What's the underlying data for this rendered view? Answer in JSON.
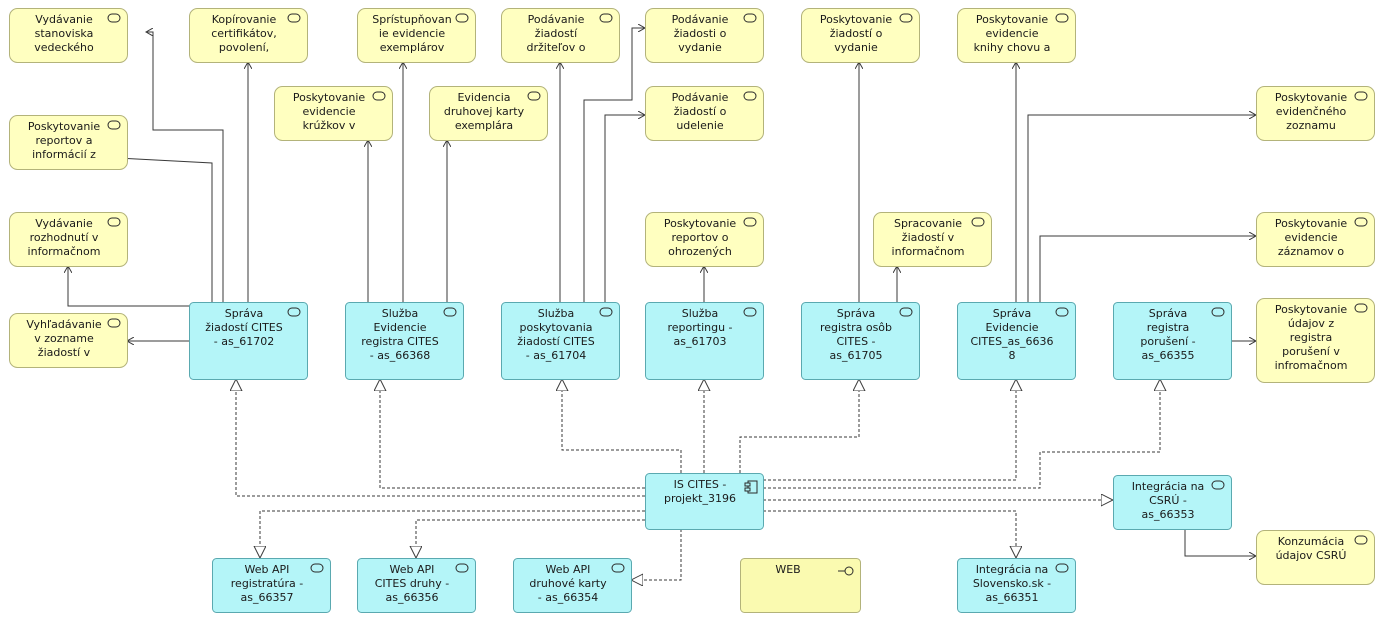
{
  "colors": {
    "service": "#ffffc0",
    "service_border": "#b3b37a",
    "component": "#b4f5f8",
    "component_border": "#5aa9b0",
    "interface": "#fafab0",
    "line": "#3a3a3a"
  },
  "nodes": {
    "n_vyd_stanoviska": {
      "label": [
        "Vydávanie",
        "stanoviska",
        "vedeckého"
      ],
      "kind": "service"
    },
    "n_kopirovanie": {
      "label": [
        "Kopírovanie",
        "certifikátov,",
        "povolení,"
      ],
      "kind": "service"
    },
    "n_spristupnovanie": {
      "label": [
        "Sprístupňovan",
        "ie evidencie",
        "exemplárov"
      ],
      "kind": "service"
    },
    "n_pod_drzitelov": {
      "label": [
        "Podávanie",
        "žiadostí",
        "držiteľov o"
      ],
      "kind": "service"
    },
    "n_pod_vydanie": {
      "label": [
        "Podávanie",
        "žiadosti o",
        "vydanie"
      ],
      "kind": "service"
    },
    "n_posk_vydanie": {
      "label": [
        "Poskytovanie",
        "žiadostí o",
        "vydanie"
      ],
      "kind": "service"
    },
    "n_posk_knihy": {
      "label": [
        "Poskytovanie",
        "evidencie",
        "knihy chovu a"
      ],
      "kind": "service"
    },
    "n_posk_krouzkov": {
      "label": [
        "Poskytovanie",
        "evidencie",
        "krúžkov  v"
      ],
      "kind": "service"
    },
    "n_ev_druhovej": {
      "label": [
        "Evidencia",
        "druhovej karty",
        "exemplára"
      ],
      "kind": "service"
    },
    "n_pod_udelenie": {
      "label": [
        "Podávanie",
        "žiadostí o",
        "udelenie"
      ],
      "kind": "service"
    },
    "n_posk_reportov_inf": {
      "label": [
        "Poskytovanie",
        "reportov a",
        "informácií  z"
      ],
      "kind": "service"
    },
    "n_posk_evid_zoznamu": {
      "label": [
        "Poskytovanie",
        "evidenčného",
        "zoznamu"
      ],
      "kind": "service"
    },
    "n_vyd_rozhodnuti": {
      "label": [
        "Vydávanie",
        "rozhodnutí v",
        "informačnom"
      ],
      "kind": "service"
    },
    "n_posk_reportov_ohr": {
      "label": [
        "Poskytovanie",
        "reportov o",
        "ohrozených"
      ],
      "kind": "service"
    },
    "n_spracovanie": {
      "label": [
        "Spracovanie",
        "žiadostí v",
        "informačnom"
      ],
      "kind": "service"
    },
    "n_posk_zaznamov": {
      "label": [
        "Poskytovanie",
        "evidencie",
        "záznamov o"
      ],
      "kind": "service"
    },
    "n_vyhladavanie": {
      "label": [
        "Vyhľadávanie",
        "v zozname",
        "žiadostí v"
      ],
      "kind": "service"
    },
    "n_posk_udajov": {
      "label": [
        "Poskytovanie",
        "údajov z",
        "registra",
        "porušení v",
        "infromačnom"
      ],
      "kind": "service"
    },
    "n_konzumacia": {
      "label": [
        "Konzumácia",
        "údajov CSRÚ"
      ],
      "kind": "service"
    },
    "n_sprava_ziadosti": {
      "label": [
        "Správa",
        "žiadostí CITES",
        "- as_61702"
      ],
      "kind": "component"
    },
    "n_sluzba_evidencie": {
      "label": [
        "Služba",
        "Evidencie",
        "registra CITES",
        "- as_66368"
      ],
      "kind": "component"
    },
    "n_sluzba_posk": {
      "label": [
        "Služba",
        "poskytovania",
        "žiadostí CITES",
        "- as_61704"
      ],
      "kind": "component"
    },
    "n_sluzba_reportingu": {
      "label": [
        "Služba",
        "reportingu  -",
        "as_61703"
      ],
      "kind": "component"
    },
    "n_sprava_osob": {
      "label": [
        "Správa",
        "registra osôb",
        "CITES -",
        "as_61705"
      ],
      "kind": "component"
    },
    "n_sprava_evidencie": {
      "label": [
        "Správa",
        "Evidencie",
        "CITES_as_6636",
        "8"
      ],
      "kind": "component"
    },
    "n_sprava_porusenia": {
      "label": [
        "Správa",
        "registra",
        "porušení  -",
        "as_66355"
      ],
      "kind": "component"
    },
    "n_is_cites": {
      "label": [
        "IS CITES -",
        "projekt_3196"
      ],
      "kind": "system"
    },
    "n_integracia_csru": {
      "label": [
        "Integrácia na",
        "CSRÚ -",
        "as_66353"
      ],
      "kind": "component"
    },
    "n_api_registratura": {
      "label": [
        "Web API",
        "registratúra  -",
        "as_66357"
      ],
      "kind": "component"
    },
    "n_api_cites_druhy": {
      "label": [
        "Web API",
        "CITES druhy -",
        "as_66356"
      ],
      "kind": "component"
    },
    "n_api_druhove_karty": {
      "label": [
        "Web API",
        "druhové karty",
        "- as_66354"
      ],
      "kind": "component"
    },
    "n_web": {
      "label": [
        "WEB"
      ],
      "kind": "interface"
    },
    "n_integracia_sk": {
      "label": [
        "Integrácia na",
        "Slovensko.sk -",
        "as_66351"
      ],
      "kind": "component"
    }
  }
}
